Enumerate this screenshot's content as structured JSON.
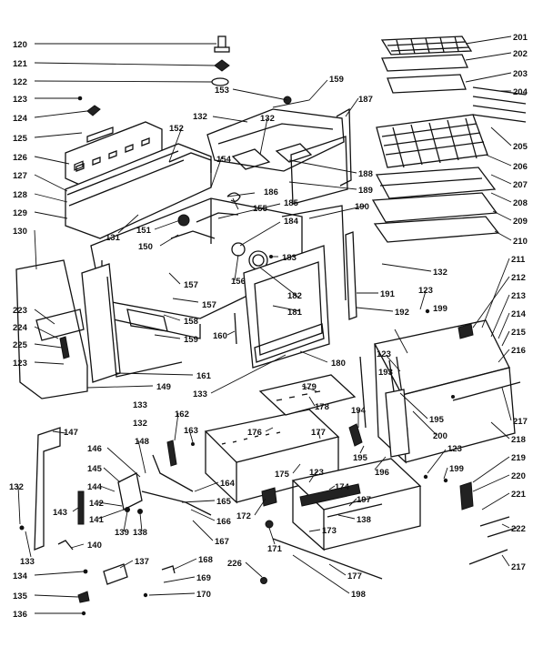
{
  "diagram": {
    "left_labels": [
      {
        "id": "p120",
        "text": "120"
      },
      {
        "id": "p121",
        "text": "121"
      },
      {
        "id": "p122",
        "text": "122"
      },
      {
        "id": "p123a",
        "text": "123"
      },
      {
        "id": "p124",
        "text": "124"
      },
      {
        "id": "p125",
        "text": "125"
      },
      {
        "id": "p126",
        "text": "126"
      },
      {
        "id": "p127",
        "text": "127"
      },
      {
        "id": "p128",
        "text": "128"
      },
      {
        "id": "p129",
        "text": "129"
      },
      {
        "id": "p130",
        "text": "130"
      },
      {
        "id": "p223",
        "text": "223"
      },
      {
        "id": "p224",
        "text": "224"
      },
      {
        "id": "p225",
        "text": "225"
      },
      {
        "id": "p123b",
        "text": "123"
      },
      {
        "id": "p132a",
        "text": "132"
      },
      {
        "id": "p133a",
        "text": "133"
      },
      {
        "id": "p134",
        "text": "134"
      },
      {
        "id": "p135",
        "text": "135"
      },
      {
        "id": "p136",
        "text": "136"
      }
    ],
    "center_labels": [
      {
        "id": "p153",
        "text": "153"
      },
      {
        "id": "p132b",
        "text": "132"
      },
      {
        "id": "p132c",
        "text": "132"
      },
      {
        "id": "p152",
        "text": "152"
      },
      {
        "id": "p154",
        "text": "154"
      },
      {
        "id": "p131",
        "text": "131"
      },
      {
        "id": "p151",
        "text": "151"
      },
      {
        "id": "p150",
        "text": "150"
      },
      {
        "id": "p185",
        "text": "185"
      },
      {
        "id": "p155",
        "text": "155"
      },
      {
        "id": "p184",
        "text": "184"
      },
      {
        "id": "p186",
        "text": "186"
      },
      {
        "id": "p183",
        "text": "183"
      },
      {
        "id": "p156",
        "text": "156"
      },
      {
        "id": "p157a",
        "text": "157"
      },
      {
        "id": "p157b",
        "text": "157"
      },
      {
        "id": "p158",
        "text": "158"
      },
      {
        "id": "p159b",
        "text": "159"
      },
      {
        "id": "p160",
        "text": "160"
      },
      {
        "id": "p161",
        "text": "161"
      },
      {
        "id": "p149",
        "text": "149"
      },
      {
        "id": "p133b",
        "text": "133"
      },
      {
        "id": "p133c",
        "text": "133"
      },
      {
        "id": "p132d",
        "text": "132"
      },
      {
        "id": "p182",
        "text": "182"
      },
      {
        "id": "p181",
        "text": "181"
      },
      {
        "id": "p180",
        "text": "180"
      },
      {
        "id": "p159a",
        "text": "159"
      },
      {
        "id": "p187",
        "text": "187"
      },
      {
        "id": "p188",
        "text": "188"
      },
      {
        "id": "p189",
        "text": "189"
      },
      {
        "id": "p190",
        "text": "190"
      }
    ],
    "lower_labels": [
      {
        "id": "p147",
        "text": "147"
      },
      {
        "id": "p162",
        "text": "162"
      },
      {
        "id": "p163",
        "text": "163"
      },
      {
        "id": "p146",
        "text": "146"
      },
      {
        "id": "p148",
        "text": "148"
      },
      {
        "id": "p145",
        "text": "145"
      },
      {
        "id": "p144",
        "text": "144"
      },
      {
        "id": "p143",
        "text": "143"
      },
      {
        "id": "p142",
        "text": "142"
      },
      {
        "id": "p141",
        "text": "141"
      },
      {
        "id": "p139",
        "text": "139"
      },
      {
        "id": "p138a",
        "text": "138"
      },
      {
        "id": "p140",
        "text": "140"
      },
      {
        "id": "p137",
        "text": "137"
      },
      {
        "id": "p164",
        "text": "164"
      },
      {
        "id": "p165",
        "text": "165"
      },
      {
        "id": "p166",
        "text": "166"
      },
      {
        "id": "p167",
        "text": "167"
      },
      {
        "id": "p168",
        "text": "168"
      },
      {
        "id": "p169",
        "text": "169"
      },
      {
        "id": "p170",
        "text": "170"
      },
      {
        "id": "p171",
        "text": "171"
      },
      {
        "id": "p172",
        "text": "172"
      },
      {
        "id": "p226",
        "text": "226"
      },
      {
        "id": "p176",
        "text": "176"
      },
      {
        "id": "p177a",
        "text": "177"
      },
      {
        "id": "p178",
        "text": "178"
      },
      {
        "id": "p179",
        "text": "179"
      },
      {
        "id": "p175",
        "text": "175"
      },
      {
        "id": "p123c",
        "text": "123"
      },
      {
        "id": "p174",
        "text": "174"
      },
      {
        "id": "p197",
        "text": "197"
      },
      {
        "id": "p138b",
        "text": "138"
      },
      {
        "id": "p173",
        "text": "173"
      },
      {
        "id": "p177b",
        "text": "177"
      },
      {
        "id": "p198",
        "text": "198"
      },
      {
        "id": "p194",
        "text": "194"
      },
      {
        "id": "p195a",
        "text": "195"
      },
      {
        "id": "p196",
        "text": "196"
      }
    ],
    "right_labels": [
      {
        "id": "p201",
        "text": "201"
      },
      {
        "id": "p202",
        "text": "202"
      },
      {
        "id": "p203",
        "text": "203"
      },
      {
        "id": "p204",
        "text": "204"
      },
      {
        "id": "p205",
        "text": "205"
      },
      {
        "id": "p206",
        "text": "206"
      },
      {
        "id": "p207",
        "text": "207"
      },
      {
        "id": "p208",
        "text": "208"
      },
      {
        "id": "p209",
        "text": "209"
      },
      {
        "id": "p210",
        "text": "210"
      },
      {
        "id": "p132e",
        "text": "132"
      },
      {
        "id": "p211",
        "text": "211"
      },
      {
        "id": "p212",
        "text": "212"
      },
      {
        "id": "p191",
        "text": "191"
      },
      {
        "id": "p123d",
        "text": "123"
      },
      {
        "id": "p199a",
        "text": "199"
      },
      {
        "id": "p213",
        "text": "213"
      },
      {
        "id": "p192",
        "text": "192"
      },
      {
        "id": "p214",
        "text": "214"
      },
      {
        "id": "p215",
        "text": "215"
      },
      {
        "id": "p216",
        "text": "216"
      },
      {
        "id": "p123e",
        "text": "123"
      },
      {
        "id": "p193",
        "text": "193"
      },
      {
        "id": "p195b",
        "text": "195"
      },
      {
        "id": "p200",
        "text": "200"
      },
      {
        "id": "p217a",
        "text": "217"
      },
      {
        "id": "p218",
        "text": "218"
      },
      {
        "id": "p123f",
        "text": "123"
      },
      {
        "id": "p219",
        "text": "219"
      },
      {
        "id": "p199b",
        "text": "199"
      },
      {
        "id": "p220",
        "text": "220"
      },
      {
        "id": "p221",
        "text": "221"
      },
      {
        "id": "p222",
        "text": "222"
      },
      {
        "id": "p217b",
        "text": "217"
      }
    ]
  }
}
